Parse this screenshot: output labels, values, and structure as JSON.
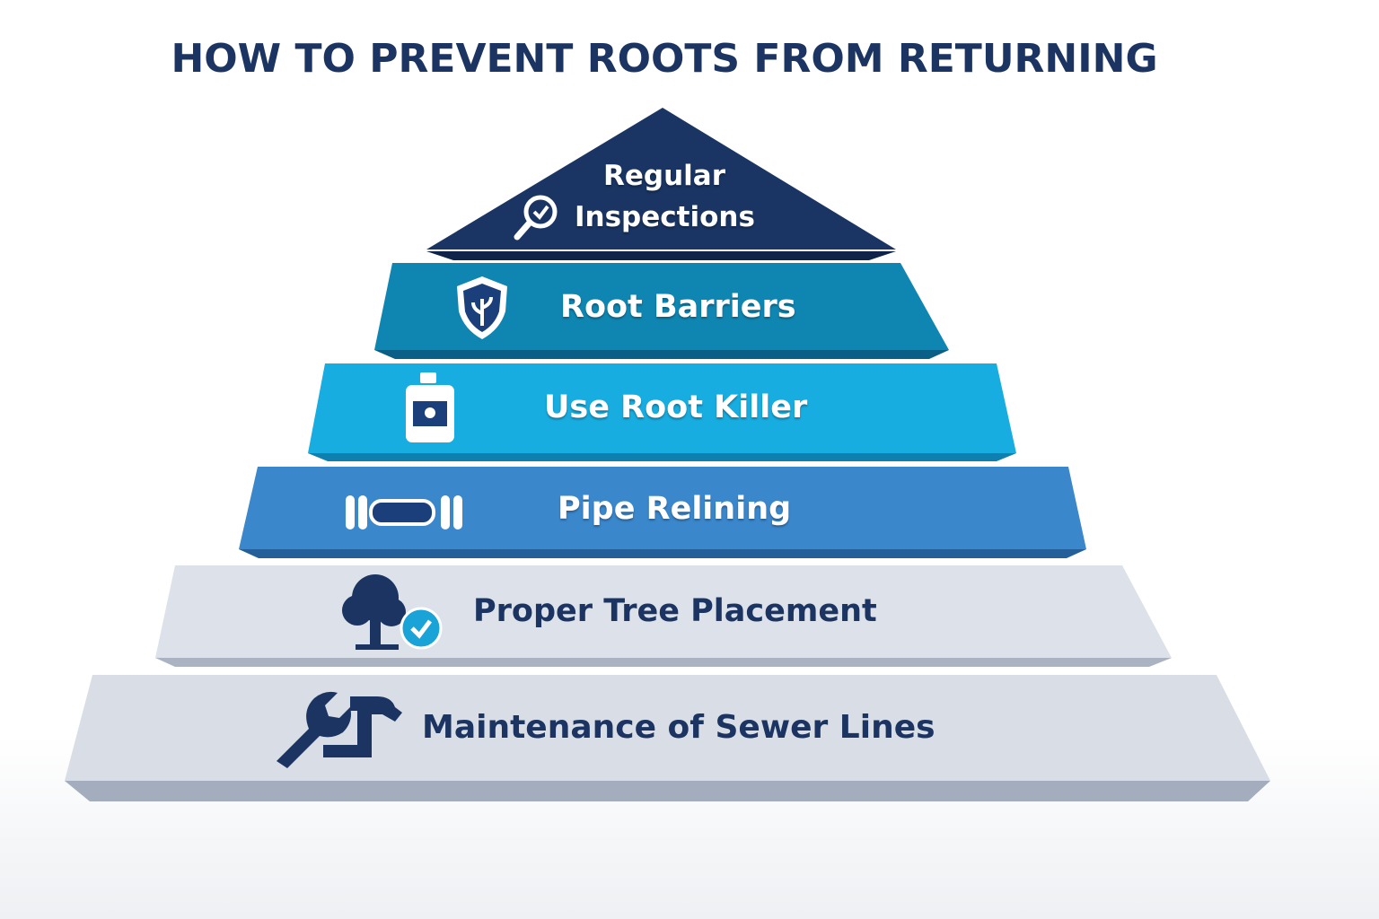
{
  "title": "HOW TO PREVENT ROOTS FROM RETURNING",
  "levels": [
    {
      "label_line1": "Regular",
      "label_line2": "Inspections",
      "icon": "magnifier-check-icon",
      "color": "#1a3563"
    },
    {
      "label": "Root Barriers",
      "icon": "shield-plant-icon",
      "color": "#0f86b2"
    },
    {
      "label": "Use Root Killer",
      "icon": "bottle-icon",
      "color": "#18ade0"
    },
    {
      "label": "Pipe Relining",
      "icon": "pipe-icon",
      "color": "#3b87cc"
    },
    {
      "label": "Proper Tree Placement",
      "icon": "tree-check-icon",
      "color": "#dde2ea"
    },
    {
      "label": "Maintenance of Sewer Lines",
      "icon": "wrench-pipe-icon",
      "color": "#d9dee6"
    }
  ]
}
